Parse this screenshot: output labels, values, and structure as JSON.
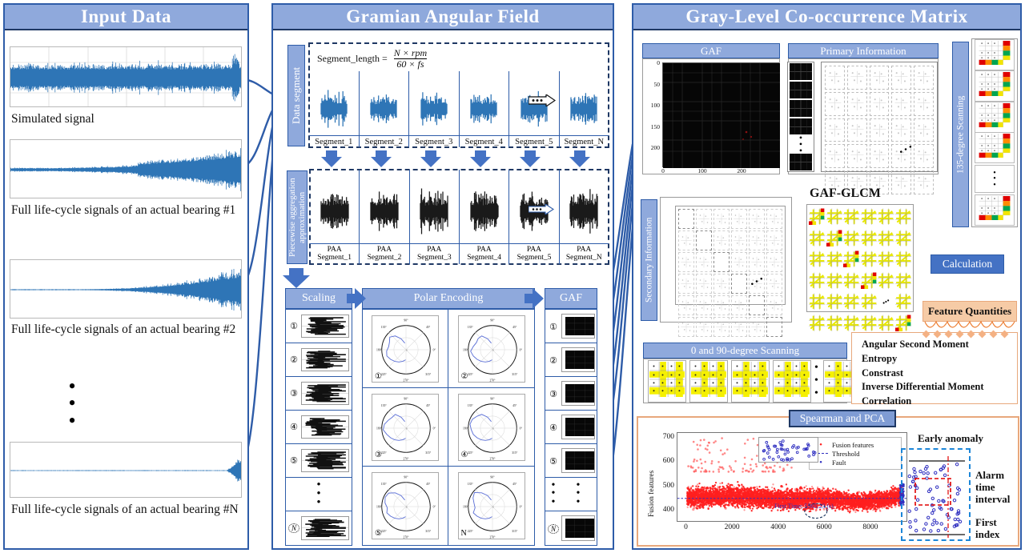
{
  "panels": {
    "input": {
      "title": "Input Data"
    },
    "gaf": {
      "title": "Gramian Angular Field"
    },
    "glcm": {
      "title": "Gray-Level Co-occurrence Matrix"
    }
  },
  "input_panel": {
    "signals": [
      {
        "caption": "Simulated signal",
        "kind": "noise-burst"
      },
      {
        "caption": "Full life-cycle signals of an actual bearing #1",
        "kind": "growing-envelope"
      },
      {
        "caption": "Full life-cycle signals of an actual bearing #2",
        "kind": "late-growth-envelope"
      },
      {
        "caption": "Full life-cycle signals of an actual bearing #N",
        "kind": "flat-then-spike"
      }
    ],
    "vertical_ellipsis": "•\n•\n•"
  },
  "gaf_panel": {
    "data_segment_label": "Data segment",
    "formula": {
      "lhs": "Segment_length =",
      "numerator": "N × rpm",
      "denominator": "60 × fs"
    },
    "segments": [
      "Segment_1",
      "Segment_2",
      "Segment_3",
      "Segment_4",
      "Segment_5",
      "Segment_N"
    ],
    "paa_label": "Piecewise aggregation approximation",
    "paa_segments": [
      {
        "l1": "PAA",
        "l2": "Segment_1"
      },
      {
        "l1": "PAA",
        "l2": "Segment_2"
      },
      {
        "l1": "PAA",
        "l2": "Segment_3"
      },
      {
        "l1": "PAA",
        "l2": "Segment_4"
      },
      {
        "l1": "PAA",
        "l2": "Segment_5"
      },
      {
        "l1": "PAA",
        "l2": "Segment_N"
      }
    ],
    "scaling_title": "Scaling",
    "polar_title": "Polar Encoding",
    "gaf_title": "GAF",
    "index_marks": [
      "①",
      "②",
      "③",
      "④",
      "⑤",
      "N"
    ],
    "polar_ticks": [
      "90°",
      "135°",
      "45°",
      "180°",
      "0°",
      "225°",
      "315°",
      "270°"
    ],
    "polar_labels": [
      "①",
      "②",
      "③",
      "④",
      "⑤",
      "N"
    ]
  },
  "glcm_panel": {
    "gaf_title": "GAF",
    "primary_title": "Primary Information",
    "secondary_title": "Secondary Information",
    "scan_135_title": "135-degree Scanning",
    "scan_090_title": "0 and 90-degree Scanning",
    "gaf_glcm_title": "GAF-GLCM",
    "calculation_label": "Calculation",
    "feature_quantities_label": "Feature Quantities",
    "features": [
      "Angular Second Moment",
      "Entropy",
      "Constrast",
      "Inverse Differential Moment",
      "Correlation"
    ],
    "gaf_axis": {
      "y_ticks": [
        "0",
        "50",
        "100",
        "150",
        "200"
      ],
      "x_ticks": [
        "0",
        "100",
        "200"
      ]
    },
    "spearman_label": "Spearman and PCA",
    "early_anomaly_label": "Early anomaly",
    "alarm_label": "Alarm time interval",
    "first_index_label": "First index"
  },
  "chart_data": {
    "type": "scatter",
    "title": "",
    "xlabel": "",
    "ylabel": "Fusion features",
    "xlim": [
      -400,
      9600
    ],
    "ylim": [
      350,
      720
    ],
    "x_ticks": [
      0,
      2000,
      4000,
      6000,
      8000
    ],
    "y_ticks": [
      400,
      500,
      600,
      700
    ],
    "grid": false,
    "legend_position": "top-right",
    "series": [
      {
        "name": "Fusion features",
        "marker": "dot",
        "color": "#FF2020",
        "n_points": 9400,
        "baseline": 450,
        "spread": 55,
        "trend": "flat-then-dip-then-rise"
      },
      {
        "name": "Threshold",
        "marker": "dashed-line",
        "color": "#3030C0",
        "value": 450
      },
      {
        "name": "Fault",
        "marker": "dot",
        "color": "#3030C0",
        "n_points": 120,
        "x_start": 9300
      }
    ],
    "annotations": [
      {
        "text": "First Time: 5565.23 (s)",
        "x": 5565,
        "y": 400,
        "color": "#3030C0"
      }
    ]
  }
}
